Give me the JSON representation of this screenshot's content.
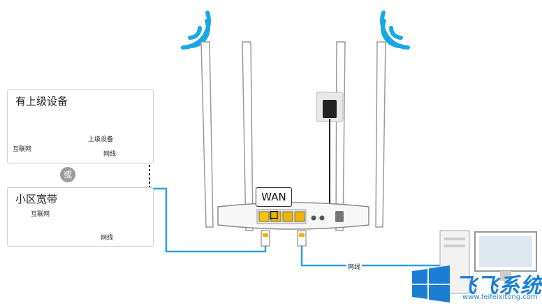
{
  "upper_panel": {
    "title": "有上级设备",
    "device_label": "上级设备",
    "internet_label": "互联网",
    "cable_label": "网线"
  },
  "or_label": "或",
  "lower_panel": {
    "title": "小区宽带",
    "internet_label": "互联网",
    "cable_label": "网线"
  },
  "router": {
    "wan_label": "WAN口"
  },
  "pc_cable_label": "网线",
  "watermark": {
    "brand": "飞飞系统",
    "url": "www.feifeixitong.com"
  },
  "colors": {
    "cable": "#2f9fe0",
    "wifi": "#1aa7e6",
    "wan_port": "#f6c400",
    "lan_port": "#f0b400"
  }
}
